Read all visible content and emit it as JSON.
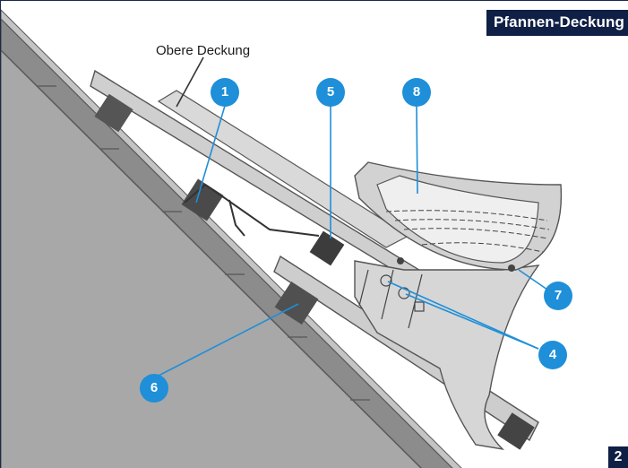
{
  "title": "Pfannen-Deckung",
  "page_number": "2",
  "label_upper": "Obere Deckung",
  "accent_color": "#1e8fd8",
  "badge_color": "#0f1f45",
  "markers": [
    "1",
    "5",
    "8",
    "7",
    "4",
    "6"
  ]
}
